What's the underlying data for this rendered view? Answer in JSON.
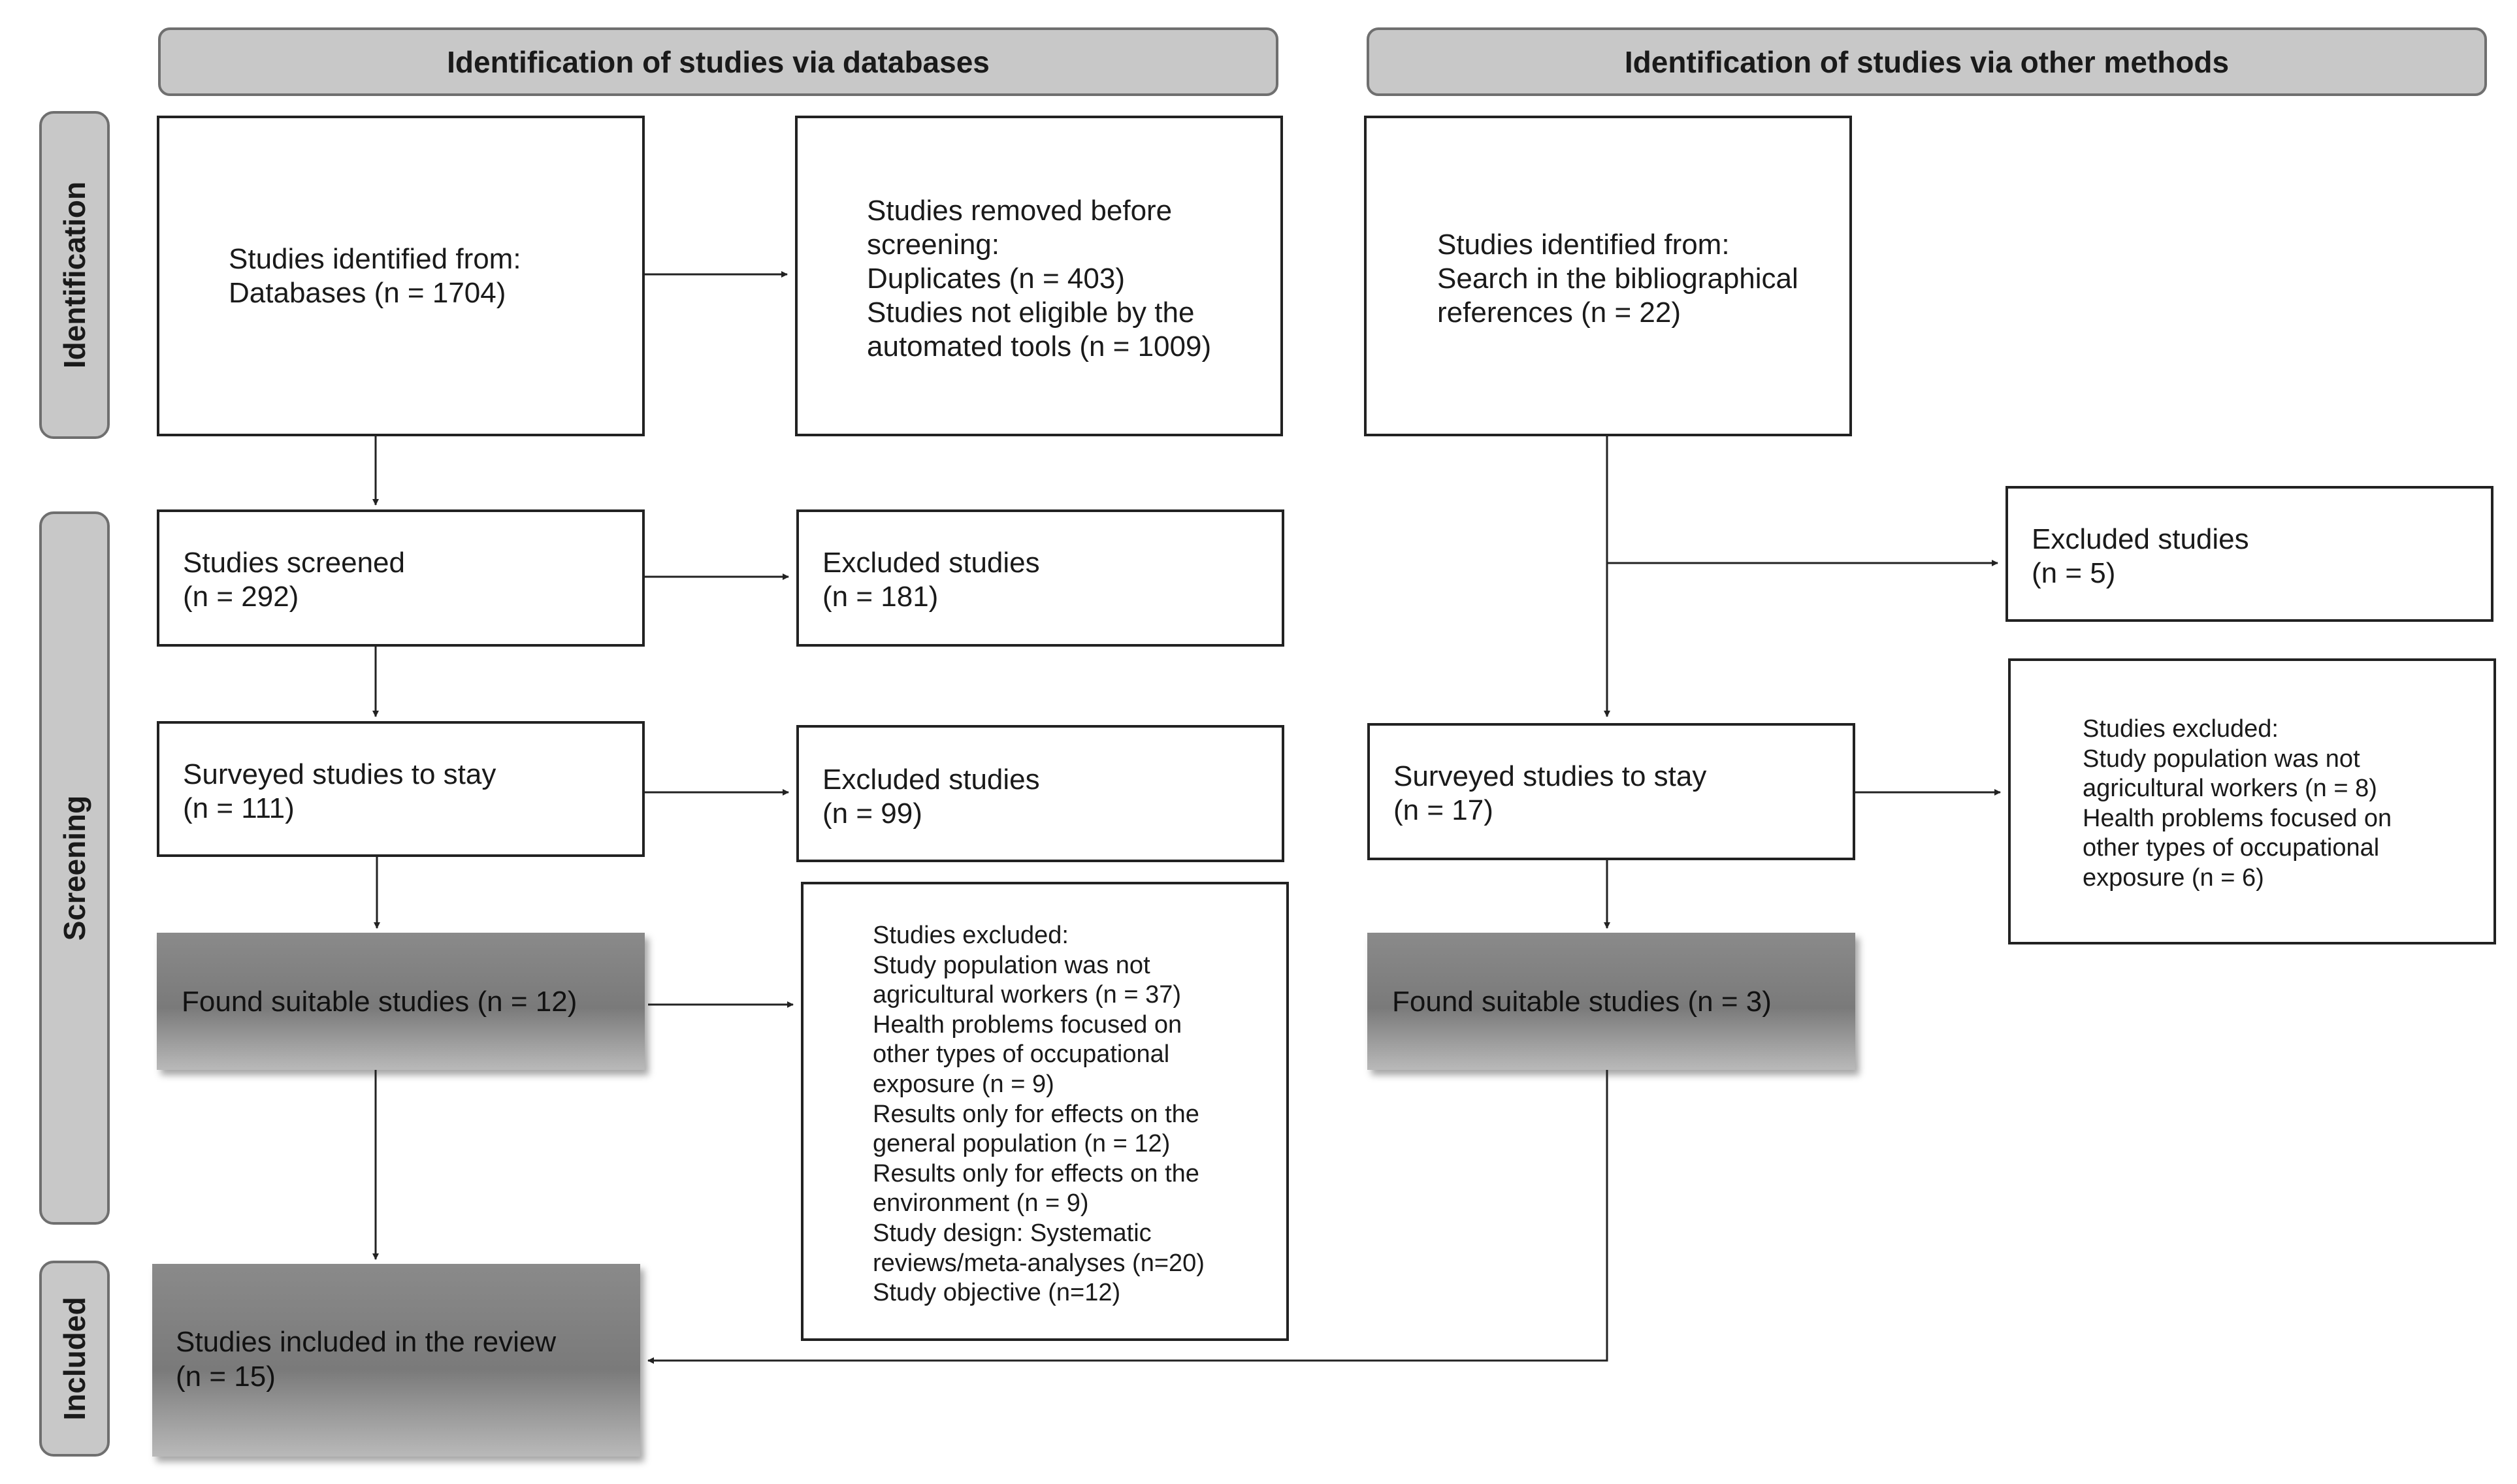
{
  "headers": {
    "databases": "Identification of studies via databases",
    "other": "Identification of studies via other methods"
  },
  "phases": {
    "identification": "Identification",
    "screening": "Screening",
    "included": "Included"
  },
  "boxes": {
    "db_identified": [
      "Studies identified from:",
      "Databases (n = 1704)"
    ],
    "removed": [
      "Studies removed before",
      "screening:",
      "Duplicates (n = 403)",
      "Studies not eligible by the",
      "automated tools (n = 1009)"
    ],
    "other_identified": [
      "Studies identified from:",
      "Search in the bibliographical",
      "references (n = 22)"
    ],
    "screened": [
      "Studies screened",
      "(n = 292)"
    ],
    "excluded_181": [
      "Excluded studies",
      "(n = 181)"
    ],
    "excluded_5": [
      "Excluded studies",
      "(n = 5)"
    ],
    "surveyed_111": [
      "Surveyed studies to stay",
      "(n = 111)"
    ],
    "excluded_99": [
      "Excluded studies",
      "(n = 99)"
    ],
    "surveyed_17": [
      "Surveyed studies to stay",
      "(n = 17)"
    ],
    "excluded_other": [
      "Studies excluded:",
      "Study population was not",
      "agricultural workers (n = 8)",
      "Health problems focused on",
      "other types of occupational",
      "exposure (n = 6)"
    ],
    "found_12": [
      "Found suitable studies (n = 12)"
    ],
    "found_3": [
      "Found suitable studies (n = 3)"
    ],
    "excluded_db": [
      "Studies excluded:",
      "Study population was not",
      "agricultural workers (n = 37)",
      "Health problems focused on",
      "other types of occupational",
      "exposure (n = 9)",
      "Results only for effects on the",
      "general population (n = 12)",
      "Results only for effects on the",
      "environment (n = 9)",
      "Study design: Systematic",
      "reviews/meta-analyses (n=20)",
      "Study objective (n=12)"
    ],
    "included": [
      "Studies included in the review",
      "(n = 15)"
    ]
  }
}
